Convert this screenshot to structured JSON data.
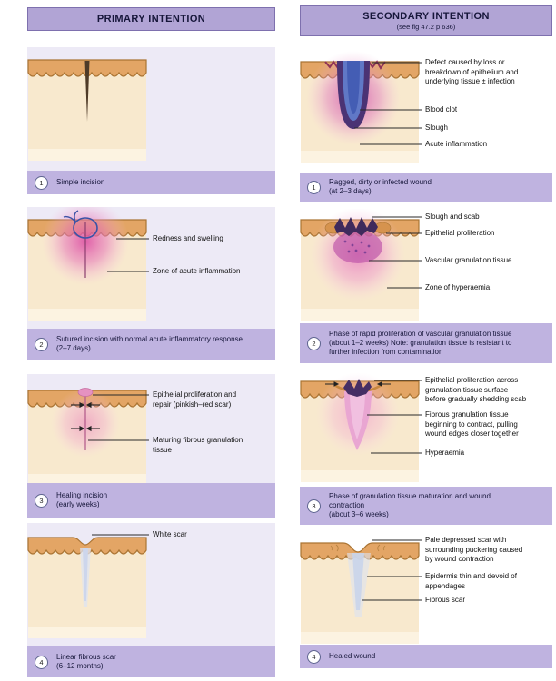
{
  "header_left": {
    "title": "PRIMARY INTENTION"
  },
  "header_right": {
    "title": "SECONDARY INTENTION",
    "subtitle": "(see fig 47.2 p 636)"
  },
  "colors": {
    "header": "#b1a4d5",
    "caption_bar": "#bfb3e0",
    "left_panel_bg": "#edeaf6",
    "epidermis": "#e3a565",
    "dermis": "#f8e9ce",
    "inflammation_pink": "#dd4fa4",
    "blood_clot_blue": "#6078c6",
    "slough_purple": "#4b3374",
    "scar_pale": "#c9d4ea"
  },
  "left": {
    "p1": {
      "num": "1",
      "caption": "Simple incision",
      "labels": {}
    },
    "p2": {
      "num": "2",
      "caption": "Sutured incision with normal acute inflammatory response\n(2–7 days)",
      "labels": {
        "a": "Redness and swelling",
        "b": "Zone of acute inflammation"
      }
    },
    "p3": {
      "num": "3",
      "caption": "Healing incision\n(early weeks)",
      "labels": {
        "a": "Epithelial proliferation and\nrepair (pinkish–red scar)",
        "b": "Maturing fibrous granulation\ntissue"
      }
    },
    "p4": {
      "num": "4",
      "caption": "Linear fibrous scar\n(6–12 months)",
      "labels": {
        "a": "White scar"
      }
    }
  },
  "right": {
    "p1": {
      "num": "1",
      "caption": "Ragged, dirty or infected wound\n(at 2–3 days)",
      "labels": {
        "a": "Defect caused by loss or\nbreakdown of epithelium and\nunderlying tissue ± infection",
        "b": "Blood clot",
        "c": "Slough",
        "d": "Acute inflammation"
      }
    },
    "p2": {
      "num": "2",
      "caption": "Phase of rapid proliferation of vascular granulation tissue\n(about 1–2 weeks) Note: granulation tissue is resistant to\nfurther infection from contamination",
      "labels": {
        "a": "Slough and scab",
        "b": "Epithelial proliferation",
        "c": "Vascular granulation tissue",
        "d": "Zone of hyperaemia"
      }
    },
    "p3": {
      "num": "3",
      "caption": "Phase of granulation tissue maturation and wound\ncontraction\n(about 3–6 weeks)",
      "labels": {
        "a": "Epithelial proliferation across\ngranulation tissue surface\nbefore gradually shedding scab",
        "b": "Fibrous granulation tissue\nbeginning to contract, pulling\nwound edges closer together",
        "c": "Hyperaemia"
      }
    },
    "p4": {
      "num": "4",
      "caption": "Healed wound",
      "labels": {
        "a": "Pale depressed scar with\nsurrounding puckering caused\nby wound contraction",
        "b": "Epidermis thin and devoid of\nappendages",
        "c": "Fibrous scar"
      }
    }
  }
}
